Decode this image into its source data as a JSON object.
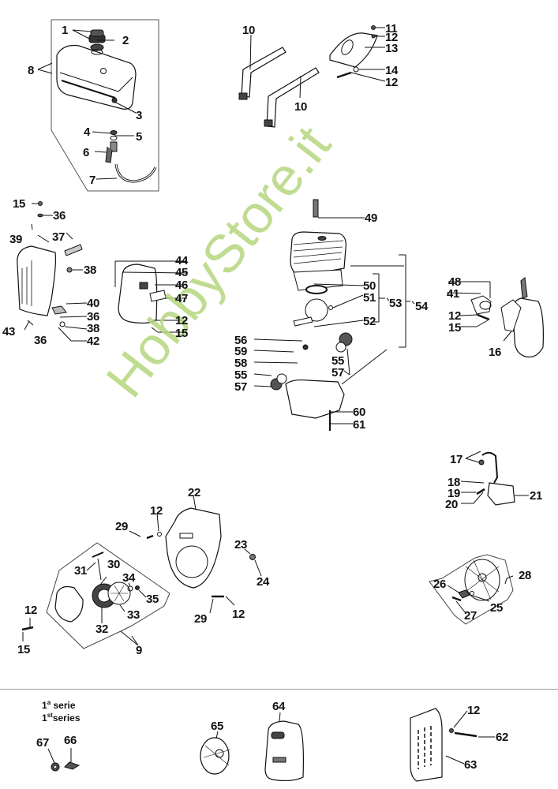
{
  "diagram": {
    "watermark": "HobbyStore.it",
    "colors": {
      "watermark": "#b5d67e",
      "ink": "#111111",
      "separator": "#9a9a9a"
    },
    "groups": {
      "fuel_tank": {
        "callouts": [
          "1",
          "2",
          "3",
          "4",
          "5",
          "6",
          "7",
          "8"
        ]
      },
      "straps": {
        "callouts": [
          "10",
          "10",
          "11",
          "12",
          "13",
          "14",
          "12"
        ]
      },
      "muffler_cover": {
        "callouts": [
          "15",
          "36",
          "39",
          "37",
          "38",
          "40",
          "36",
          "38",
          "42",
          "43",
          "36"
        ]
      },
      "muffler": {
        "callouts": [
          "44",
          "45",
          "46",
          "47",
          "12",
          "15"
        ]
      },
      "cylinder": {
        "callouts": [
          "49",
          "50",
          "51",
          "52",
          "53",
          "54",
          "56",
          "59",
          "58",
          "55",
          "57",
          "55",
          "57",
          "60",
          "61"
        ]
      },
      "carburetor": {
        "callouts": [
          "48",
          "41",
          "12",
          "15",
          "16"
        ]
      },
      "ignition_coil": {
        "callouts": [
          "17",
          "18",
          "19",
          "20",
          "21"
        ]
      },
      "fan_housing": {
        "callouts": [
          "22",
          "12",
          "29",
          "23",
          "24",
          "29",
          "12"
        ]
      },
      "starter": {
        "callouts": [
          "31",
          "30",
          "34",
          "35",
          "32",
          "33",
          "9",
          "12",
          "15"
        ]
      },
      "flywheel": {
        "callouts": [
          "26",
          "28",
          "25",
          "27"
        ]
      },
      "bottom_row": {
        "first_series_note_it": "serie",
        "first_series_note_en": "series",
        "ordinal_num": "1",
        "ordinal_it_sup": "a",
        "ordinal_en_sup": "st",
        "callouts": [
          "67",
          "66",
          "65",
          "64",
          "12",
          "62",
          "63"
        ]
      }
    }
  }
}
